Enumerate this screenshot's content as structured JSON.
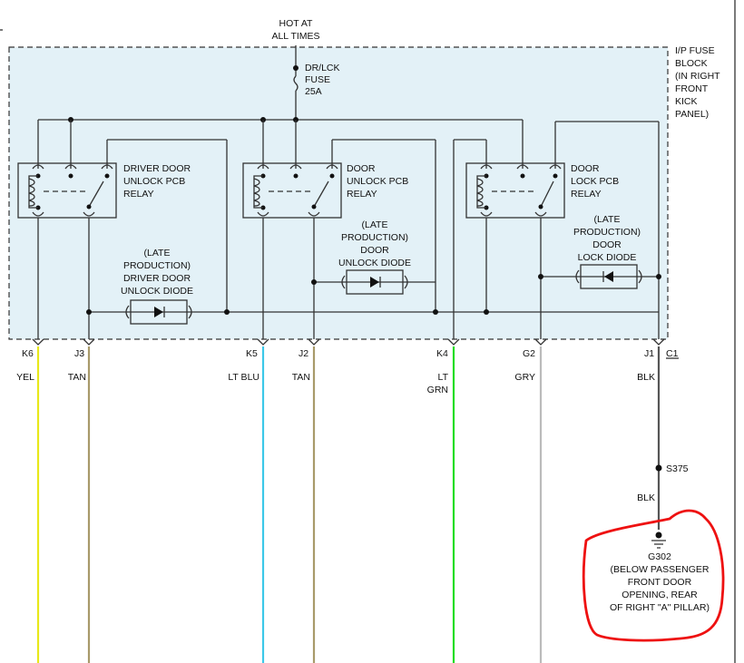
{
  "hot_label": [
    "HOT AT",
    "ALL TIMES"
  ],
  "fuse": {
    "lines": [
      "DR/LCK",
      "FUSE",
      "25A"
    ]
  },
  "block_label": [
    "I/P FUSE",
    "BLOCK",
    "(IN RIGHT",
    "FRONT",
    "KICK",
    "PANEL)"
  ],
  "relays": [
    {
      "lines": [
        "DRIVER DOOR",
        "UNLOCK PCB",
        "RELAY"
      ]
    },
    {
      "lines": [
        "DOOR",
        "UNLOCK PCB",
        "RELAY"
      ]
    },
    {
      "lines": [
        "DOOR",
        "LOCK PCB",
        "RELAY"
      ]
    }
  ],
  "diodes": [
    {
      "lines": [
        "(LATE",
        "PRODUCTION)",
        "DRIVER DOOR",
        "UNLOCK DIODE"
      ]
    },
    {
      "lines": [
        "(LATE",
        "PRODUCTION)",
        "DOOR",
        "UNLOCK DIODE"
      ]
    },
    {
      "lines": [
        "(LATE",
        "PRODUCTION)",
        "DOOR",
        "LOCK DIODE"
      ]
    }
  ],
  "pins": [
    {
      "pin": "K6",
      "wire": [
        "YEL"
      ],
      "color": "#e8e81a"
    },
    {
      "pin": "J3",
      "wire": [
        "TAN"
      ],
      "color": "#a89a6a"
    },
    {
      "pin": "K5",
      "wire": [
        "LT BLU"
      ],
      "color": "#3cc8e8"
    },
    {
      "pin": "J2",
      "wire": [
        "TAN"
      ],
      "color": "#a89a6a"
    },
    {
      "pin": "K4",
      "wire": [
        "LT",
        "GRN"
      ],
      "color": "#22dd22"
    },
    {
      "pin": "G2",
      "wire": [
        "GRY"
      ],
      "color": "#bbbbbb"
    },
    {
      "pin": "J1",
      "wire": [
        "BLK"
      ],
      "color": "#555555"
    }
  ],
  "connector": "C1",
  "splice": "S375",
  "wire_below_splice": "BLK",
  "ground": {
    "id": "G302",
    "lines": [
      "(BELOW PASSENGER",
      "FRONT DOOR",
      "OPENING, REAR",
      "OF RIGHT \"A\" PILLAR)"
    ]
  },
  "colors": {
    "block_fill": "#e3f1f7",
    "highlight": "#ee1111"
  }
}
